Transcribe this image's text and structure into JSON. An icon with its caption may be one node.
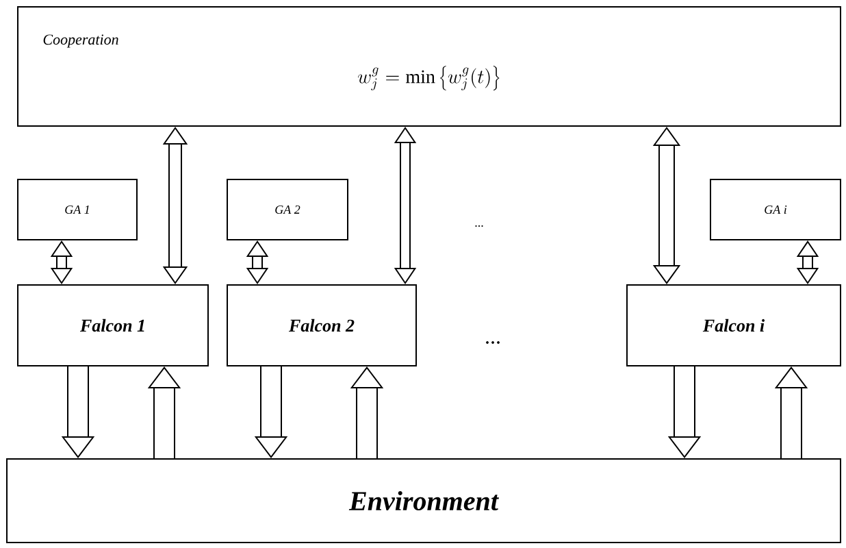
{
  "diagram": {
    "nodes": [
      {
        "text": [
          "Cooperation",
          "w_j^{g} = \\min\\left\\{w_j^{g}(t)\\right\\}"
        ]
      },
      {
        "text": [
          "GA 1"
        ]
      },
      {
        "text": [
          "GA 2"
        ]
      },
      {
        "text": [
          "GA i"
        ]
      },
      {
        "text": [
          "Falcon 1"
        ]
      },
      {
        "text": [
          "Falcon 2"
        ]
      },
      {
        "text": [
          "Falcon i"
        ]
      },
      {
        "text": [
          "Environment"
        ]
      }
    ],
    "edges": [
      {
        "from": 0,
        "to": 4,
        "arrow": "both"
      },
      {
        "from": 0,
        "to": 5,
        "arrow": "both"
      },
      {
        "from": 0,
        "to": 6,
        "arrow": "both"
      },
      {
        "from": 1,
        "to": 4,
        "arrow": "both"
      },
      {
        "from": 2,
        "to": 5,
        "arrow": "both"
      },
      {
        "from": 3,
        "to": 6,
        "arrow": "both"
      },
      {
        "from": 4,
        "to": 7,
        "arrow": "to"
      },
      {
        "from": 7,
        "to": 4,
        "arrow": "to"
      },
      {
        "from": 5,
        "to": 7,
        "arrow": "to"
      },
      {
        "from": 7,
        "to": 5,
        "arrow": "to"
      },
      {
        "from": 6,
        "to": 7,
        "arrow": "to"
      },
      {
        "from": 7,
        "to": 6,
        "arrow": "to"
      }
    ],
    "labels": [
      "...",
      "..."
    ]
  }
}
